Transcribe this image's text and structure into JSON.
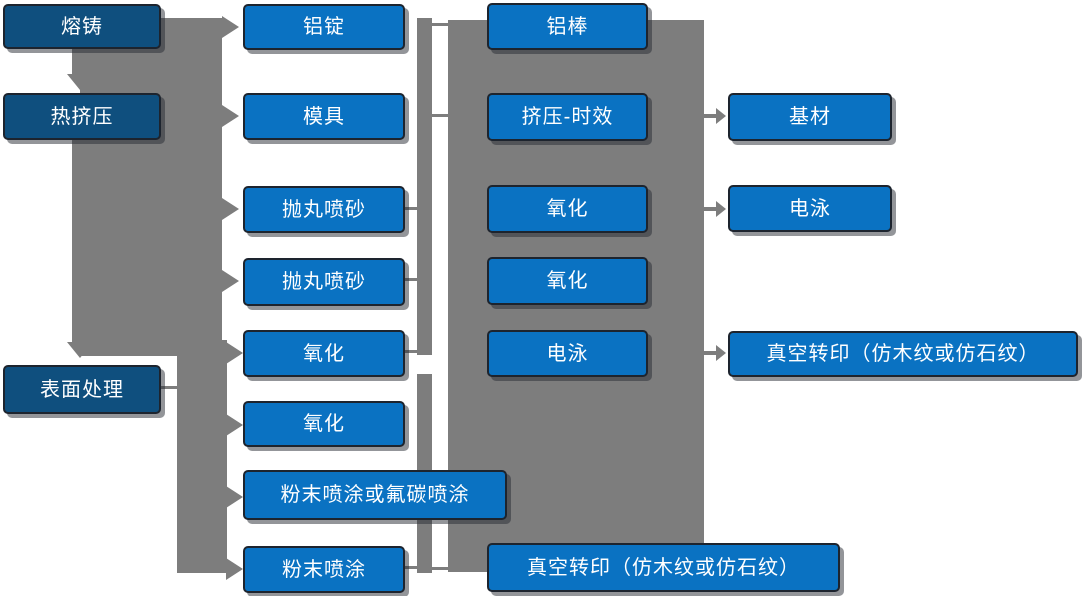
{
  "diagram": {
    "type": "flowchart",
    "columns": {
      "stages": [
        "熔铸",
        "热挤压",
        "表面处理"
      ],
      "col2": [
        "铝锭",
        "模具",
        "抛丸喷砂",
        "抛丸喷砂",
        "氧化",
        "氧化",
        "粉末喷涂或氟碳喷涂",
        "粉末喷涂"
      ],
      "col3": [
        "铝棒",
        "挤压-时效",
        "氧化",
        "氧化",
        "电泳",
        "真空转印（仿木纹或仿石纹）"
      ],
      "col4": [
        "基材",
        "电泳",
        "真空转印（仿木纹或仿石纹）"
      ]
    },
    "colors": {
      "stage_box": "#0f4f7e",
      "process_box": "#0a72c2",
      "connector_gray": "#7d7d7d",
      "text": "#ffffff"
    }
  }
}
